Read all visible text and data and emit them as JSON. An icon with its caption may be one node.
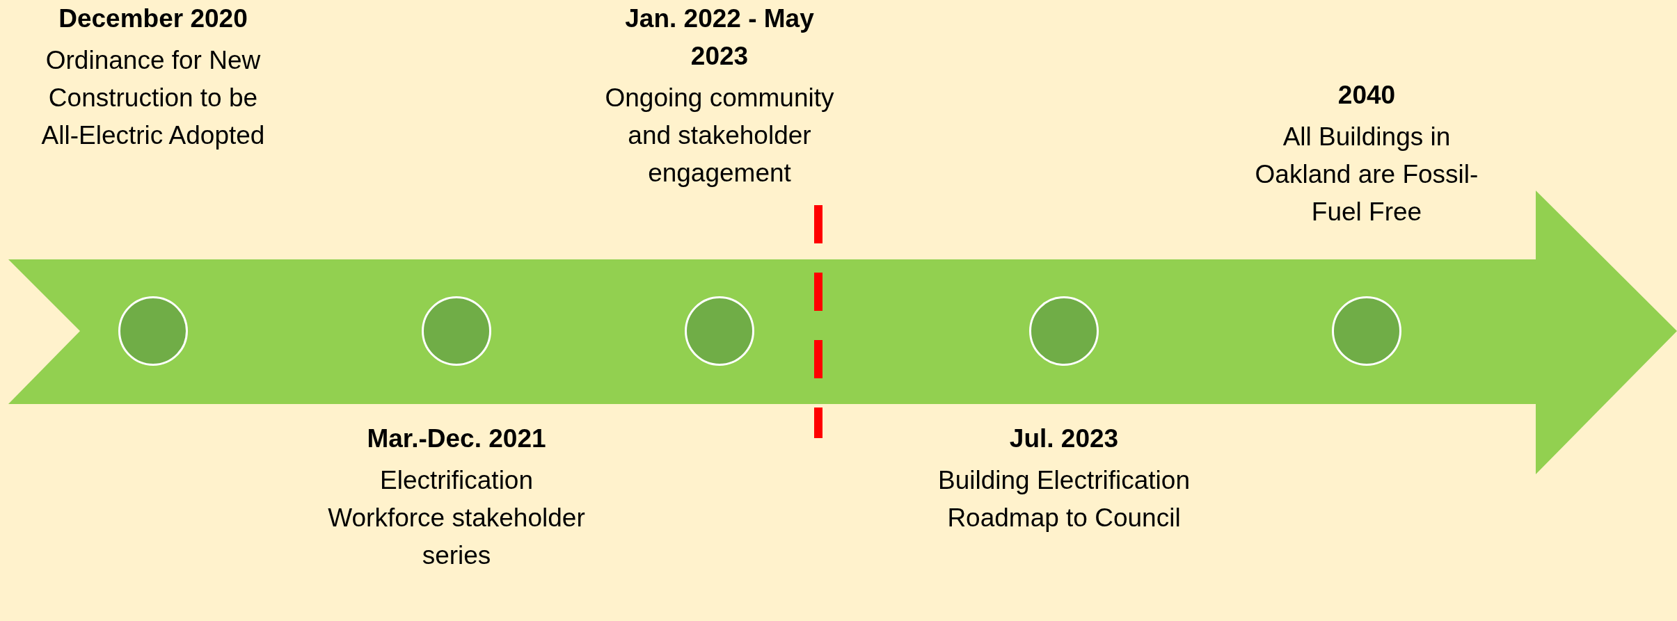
{
  "diagram": {
    "nodes": [
      {
        "text": [],
        "shape": "circle",
        "beside": [
          "December 2020",
          "Ordinance for New Construction to be All-Electric Adopted"
        ]
      },
      {
        "text": [],
        "shape": "circle",
        "beside": [
          "Mar.-Dec. 2021",
          "Electrification Workforce stakeholder series"
        ]
      },
      {
        "text": [],
        "shape": "circle",
        "beside": [
          "Jan. 2022 - May 2023",
          "Ongoing community and stakeholder engagement"
        ]
      },
      {
        "text": [],
        "shape": "circle",
        "beside": [
          "Jul. 2023",
          "Building Electrification Roadmap to Council"
        ]
      },
      {
        "text": [],
        "shape": "circle",
        "beside": [
          "2040",
          "All Buildings in Oakland are Fossil-Fuel Free"
        ]
      }
    ]
  }
}
